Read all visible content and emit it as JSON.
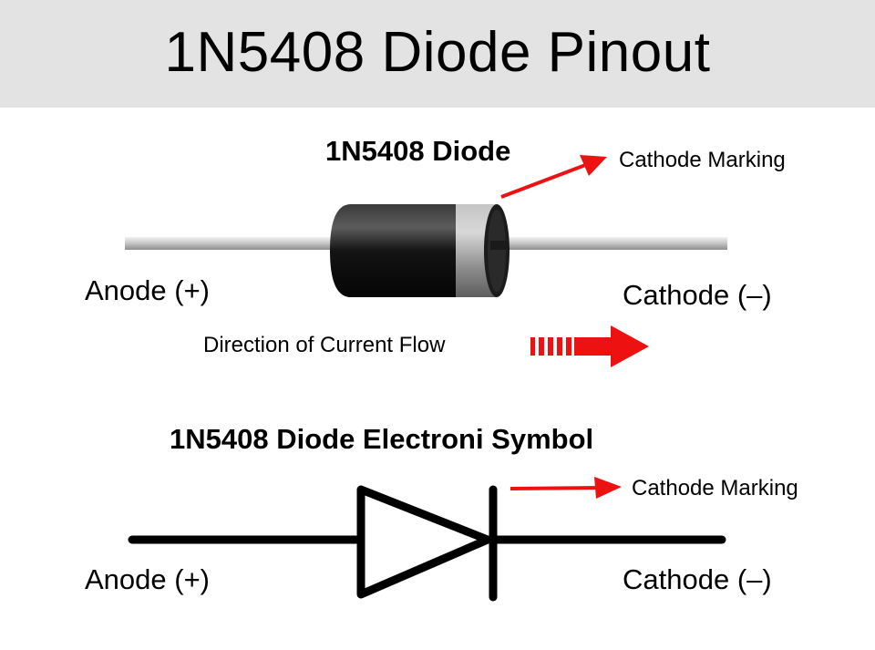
{
  "header": {
    "title": "1N5408 Diode Pinout"
  },
  "photo_section": {
    "title": "1N5408 Diode",
    "cathode_marking_label": "Cathode Marking",
    "anode_label": "Anode (+)",
    "cathode_label": "Cathode (–)",
    "current_flow_label": "Direction of Current Flow"
  },
  "symbol_section": {
    "title": "1N5408 Diode Electroni Symbol",
    "cathode_marking_label": "Cathode Marking",
    "anode_label": "Anode (+)",
    "cathode_label": "Cathode (–)"
  },
  "colors": {
    "header_bg": "#e3e3e3",
    "arrow_red": "#ee1111",
    "diode_body": "#111111",
    "cathode_band": "#9a9a9a",
    "lead": "#bfbfbf",
    "symbol_stroke": "#000000"
  }
}
